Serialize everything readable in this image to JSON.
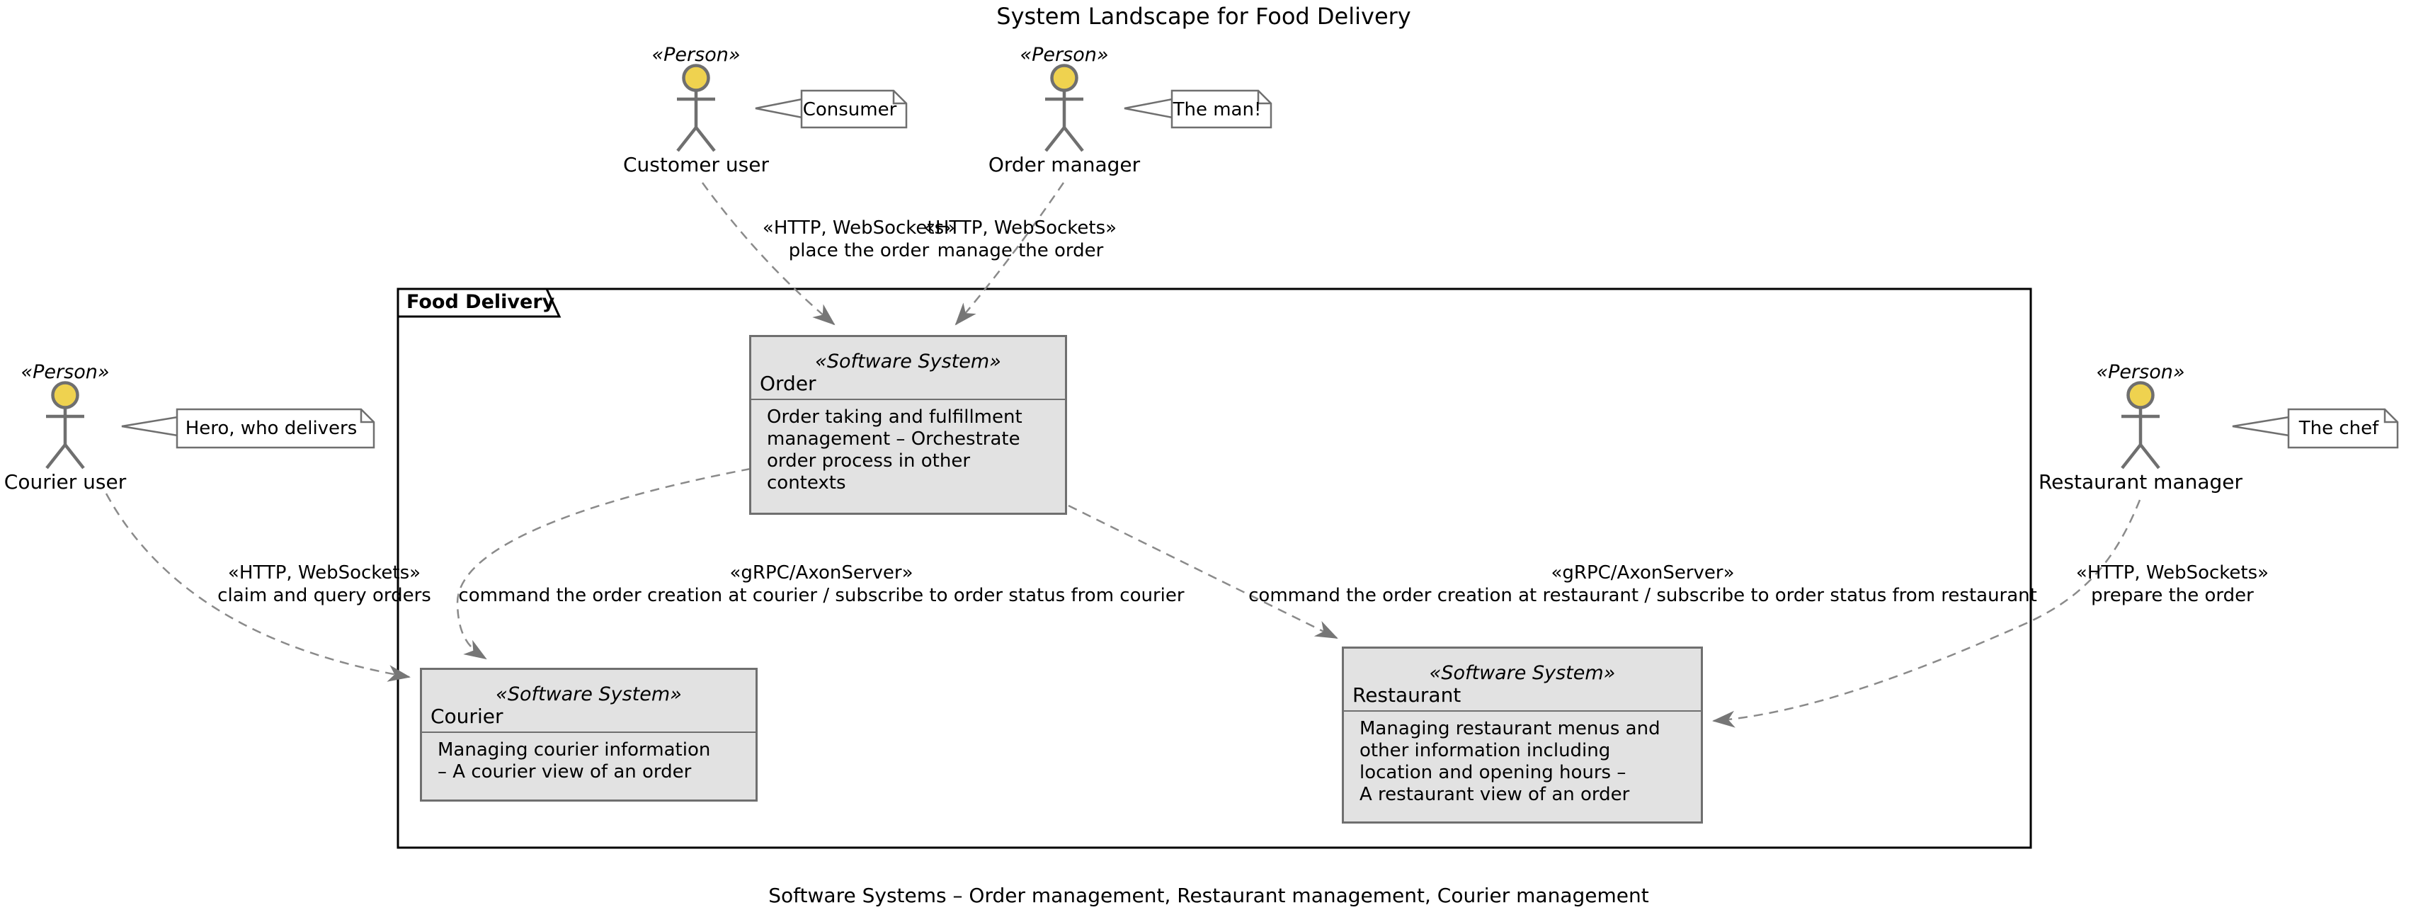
{
  "title": "System Landscape for Food Delivery",
  "caption": "Software Systems – Order management, Restaurant management, Courier management",
  "frame": {
    "label": "Food Delivery"
  },
  "colors": {
    "actor_head": "#efd24f",
    "figure_stroke": "#6f6f6f",
    "box_fill": "#e2e2e2",
    "box_border": "#6f6f6f",
    "arrow": "#8a8a8a",
    "frame_border": "#000000"
  },
  "actors": [
    {
      "stereotype": "«Person»",
      "name": "Customer user",
      "note": "Consumer"
    },
    {
      "stereotype": "«Person»",
      "name": "Order manager",
      "note": "The man!"
    },
    {
      "stereotype": "«Person»",
      "name": "Courier user",
      "note": "Hero, who delivers"
    },
    {
      "stereotype": "«Person»",
      "name": "Restaurant manager",
      "note": "The chef"
    }
  ],
  "systems": [
    {
      "stereotype": "«Software System»",
      "name": "Order",
      "description": [
        "Order taking and fulfillment",
        "management – Orchestrate",
        "order process in other",
        "contexts"
      ]
    },
    {
      "stereotype": "«Software System»",
      "name": "Courier",
      "description": [
        "Managing courier information",
        "– A courier view of an order"
      ]
    },
    {
      "stereotype": "«Software System»",
      "name": "Restaurant",
      "description": [
        "Managing restaurant menus and",
        "other information including",
        "location and opening hours –",
        "A restaurant view of an order"
      ]
    }
  ],
  "relations": [
    {
      "stereotype": "«HTTP, WebSockets»",
      "label": "place the order"
    },
    {
      "stereotype": "«HTTP, WebSockets»",
      "label": "manage the order"
    },
    {
      "stereotype": "«HTTP, WebSockets»",
      "label": "claim and query orders"
    },
    {
      "stereotype": "«gRPC/AxonServer»",
      "label": "command the order creation at courier / subscribe to order status from courier"
    },
    {
      "stereotype": "«gRPC/AxonServer»",
      "label": "command the order creation at restaurant / subscribe to order status from restaurant"
    },
    {
      "stereotype": "«HTTP, WebSockets»",
      "label": "prepare the order"
    }
  ]
}
